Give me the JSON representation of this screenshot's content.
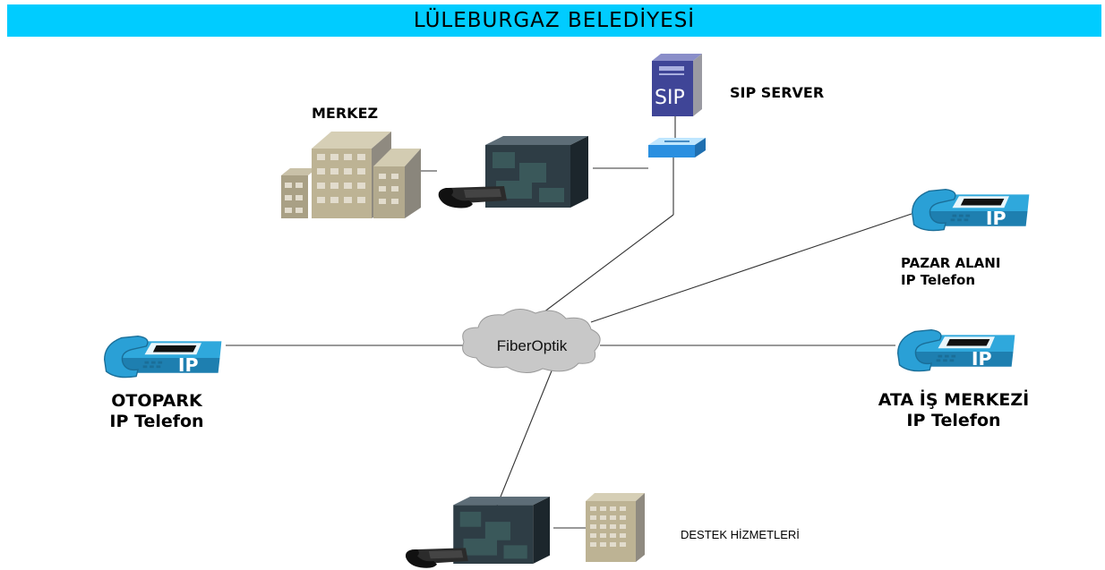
{
  "title": "LÜLEBURGAZ BELEDİYESİ",
  "nodes": {
    "merkez": "MERKEZ",
    "sip_server": "SIP SERVER",
    "sip_logo": "SIP",
    "cloud": "FiberOptik",
    "pazar_line1": "PAZAR ALANI",
    "pazar_line2": "IP Telefon",
    "otopark_line1": "OTOPARK",
    "otopark_line2": "IP Telefon",
    "ata_line1": "ATA İŞ MERKEZİ",
    "ata_line2": "IP Telefon",
    "destek": "DESTEK HİZMETLERİ",
    "ip_badge": "IP"
  },
  "colors": {
    "title_bar": "#00ccff",
    "phone": "#29a3d6",
    "cloud": "#c8c8c8",
    "building": "#b8ad90",
    "server": "#3a3f8c"
  },
  "icons": [
    "building-icon",
    "pbx-icon",
    "desk-phone-icon",
    "sip-server-icon",
    "switch-icon",
    "ip-phone-icon",
    "cloud-icon"
  ]
}
